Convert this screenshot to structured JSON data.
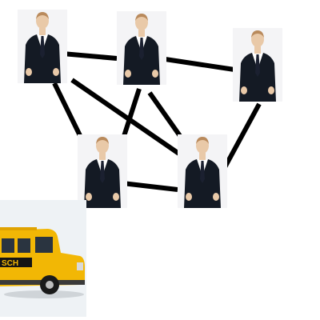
{
  "network": {
    "nodes": [
      {
        "id": "n1",
        "kind": "person"
      },
      {
        "id": "n2",
        "kind": "person"
      },
      {
        "id": "n3",
        "kind": "person"
      },
      {
        "id": "n4",
        "kind": "person"
      },
      {
        "id": "n5",
        "kind": "person"
      }
    ],
    "edges": [
      [
        "n1",
        "n2"
      ],
      [
        "n2",
        "n3"
      ],
      [
        "n1",
        "n4"
      ],
      [
        "n1",
        "n5"
      ],
      [
        "n2",
        "n4"
      ],
      [
        "n2",
        "n5"
      ],
      [
        "n3",
        "n5"
      ],
      [
        "n4",
        "n5"
      ]
    ]
  },
  "bus": {
    "sign_text": "SCH",
    "body_color": "#f2b705"
  },
  "colors": {
    "edge": "#000000",
    "suit": "#141a24",
    "background": "#ffffff"
  }
}
